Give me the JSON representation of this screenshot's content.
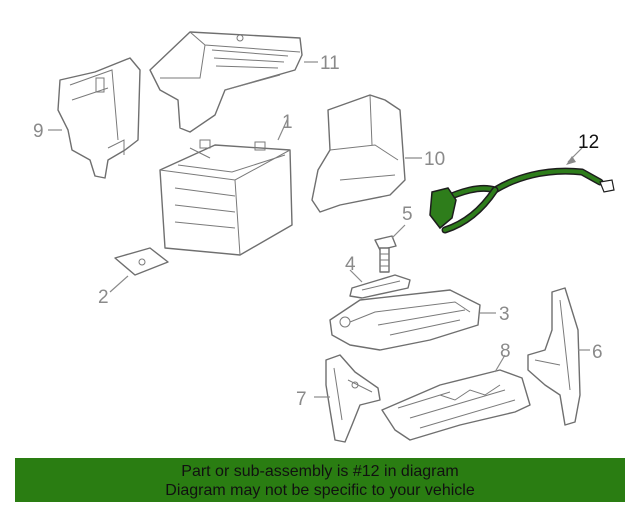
{
  "callouts": {
    "c1": "1",
    "c2": "2",
    "c3": "3",
    "c4": "4",
    "c5": "5",
    "c6": "6",
    "c7": "7",
    "c8": "8",
    "c9": "9",
    "c10": "10",
    "c11": "11",
    "c12": "12"
  },
  "highlighted_part": "12",
  "colors": {
    "highlight": "#2e7d1b",
    "banner": "#2a7d12",
    "line": "#6f6f6f"
  },
  "banner": {
    "line1": "Part or sub-assembly is #12 in diagram",
    "line2": "Diagram may not be specific to your vehicle"
  }
}
